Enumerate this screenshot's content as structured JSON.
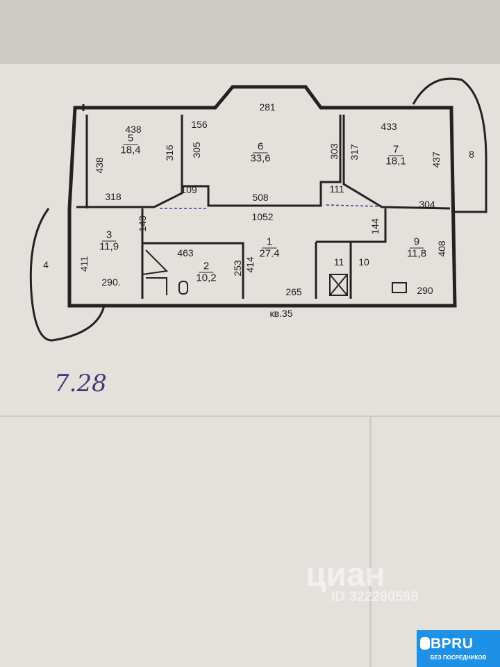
{
  "rooms": [
    {
      "number": "1",
      "area": "27.4"
    },
    {
      "number": "2",
      "area": "10,2"
    },
    {
      "number": "3",
      "area": "11,9"
    },
    {
      "number": "5",
      "area": "18,4"
    },
    {
      "number": "6",
      "area": "33,6"
    },
    {
      "number": "7",
      "area": "18,1"
    },
    {
      "number": "9",
      "area": "11,8"
    }
  ],
  "room_labels": {
    "r4": "4",
    "r8": "8",
    "r10": "10",
    "r11": "11"
  },
  "dimensions": {
    "d438a": "438",
    "d438b": "438",
    "d316": "316",
    "d305": "305",
    "d156": "156",
    "d281": "281",
    "d303": "303",
    "d317": "317",
    "d433": "433",
    "d437": "437",
    "d318": "318",
    "d109": "109",
    "d508": "508",
    "d111": "111",
    "d1052": "1052",
    "d304": "304",
    "d143": "143",
    "d144": "144",
    "d463": "463",
    "d253": "253",
    "d414": "414",
    "d408": "408",
    "d411": "411",
    "d290a": "290.",
    "d265": "265",
    "d290b": "290"
  },
  "apartment_label": "кв.35",
  "handwritten_note": "7.28",
  "watermark": {
    "brand": "циан",
    "id": "ID 322280598"
  },
  "badge": {
    "brand": "BPRU",
    "subtitle": "БЕЗ ПОСРЕДНИКОВ",
    "color": "#1e90e6"
  }
}
